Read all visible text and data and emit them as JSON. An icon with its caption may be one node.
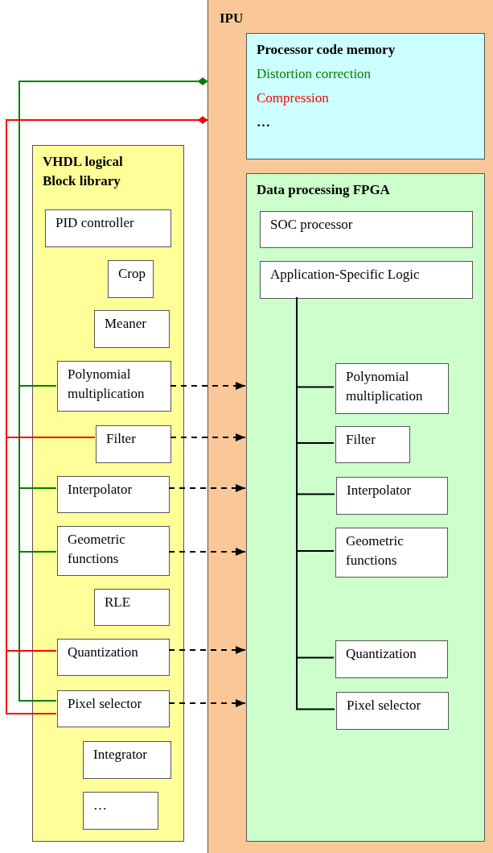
{
  "diagram": {
    "nodes": [
      {
        "text": [
          "IPU"
        ]
      },
      {
        "text": [
          "Processor code memory",
          "Distortion correction",
          "Compression",
          "…"
        ],
        "in": 0
      },
      {
        "text": [
          "VHDL logical Block library"
        ]
      },
      {
        "text": [
          "PID controller"
        ],
        "in": 2
      },
      {
        "text": [
          "Crop"
        ],
        "in": 2
      },
      {
        "text": [
          "Meaner"
        ],
        "in": 2
      },
      {
        "text": [
          "Polynomial multiplication"
        ],
        "in": 2
      },
      {
        "text": [
          "Filter"
        ],
        "in": 2
      },
      {
        "text": [
          "Interpolator"
        ],
        "in": 2
      },
      {
        "text": [
          "Geometric functions"
        ],
        "in": 2
      },
      {
        "text": [
          "RLE"
        ],
        "in": 2
      },
      {
        "text": [
          "Quantization"
        ],
        "in": 2
      },
      {
        "text": [
          "Pixel selector"
        ],
        "in": 2
      },
      {
        "text": [
          "Integrator"
        ],
        "in": 2
      },
      {
        "text": [
          "…"
        ],
        "in": 2
      },
      {
        "text": [
          "Data processing FPGA"
        ],
        "in": 0
      },
      {
        "text": [
          "SOC processor"
        ],
        "in": 15
      },
      {
        "text": [
          "Application-Specific Logic"
        ],
        "in": 15
      },
      {
        "text": [
          "Polynomial multiplication"
        ],
        "in": 15
      },
      {
        "text": [
          "Filter"
        ],
        "in": 15
      },
      {
        "text": [
          "Interpolator"
        ],
        "in": 15
      },
      {
        "text": [
          "Geometric functions"
        ],
        "in": 15
      },
      {
        "text": [
          "Quantization"
        ],
        "in": 15
      },
      {
        "text": [
          "Pixel selector"
        ],
        "in": 15
      }
    ],
    "edges": [
      {
        "from": 6,
        "to": 15,
        "arrow": "to",
        "style": "dashed"
      },
      {
        "from": 7,
        "to": 15,
        "arrow": "to",
        "style": "dashed"
      },
      {
        "from": 8,
        "to": 15,
        "arrow": "to",
        "style": "dashed"
      },
      {
        "from": 9,
        "to": 15,
        "arrow": "to",
        "style": "dashed"
      },
      {
        "from": 11,
        "to": 15,
        "arrow": "to",
        "style": "dashed"
      },
      {
        "from": 12,
        "to": 15,
        "arrow": "to",
        "style": "dashed"
      },
      {
        "from": 6,
        "to": 0,
        "arrow": "other",
        "color": "#008000"
      },
      {
        "from": 8,
        "to": 0,
        "arrow": "other",
        "color": "#008000"
      },
      {
        "from": 9,
        "to": 0,
        "arrow": "other",
        "color": "#008000"
      },
      {
        "from": 12,
        "to": 0,
        "arrow": "other",
        "color": "#008000"
      },
      {
        "from": 7,
        "to": 0,
        "arrow": "other",
        "color": "#ff0000"
      },
      {
        "from": 11,
        "to": 0,
        "arrow": "other",
        "color": "#ff0000"
      },
      {
        "from": 12,
        "to": 0,
        "arrow": "other",
        "color": "#ff0000"
      },
      {
        "from": 17,
        "to": 18,
        "arrow": "none"
      },
      {
        "from": 17,
        "to": 19,
        "arrow": "none"
      },
      {
        "from": 17,
        "to": 20,
        "arrow": "none"
      },
      {
        "from": 17,
        "to": 21,
        "arrow": "none"
      },
      {
        "from": 17,
        "to": 22,
        "arrow": "none"
      },
      {
        "from": 17,
        "to": 23,
        "arrow": "none"
      }
    ]
  }
}
